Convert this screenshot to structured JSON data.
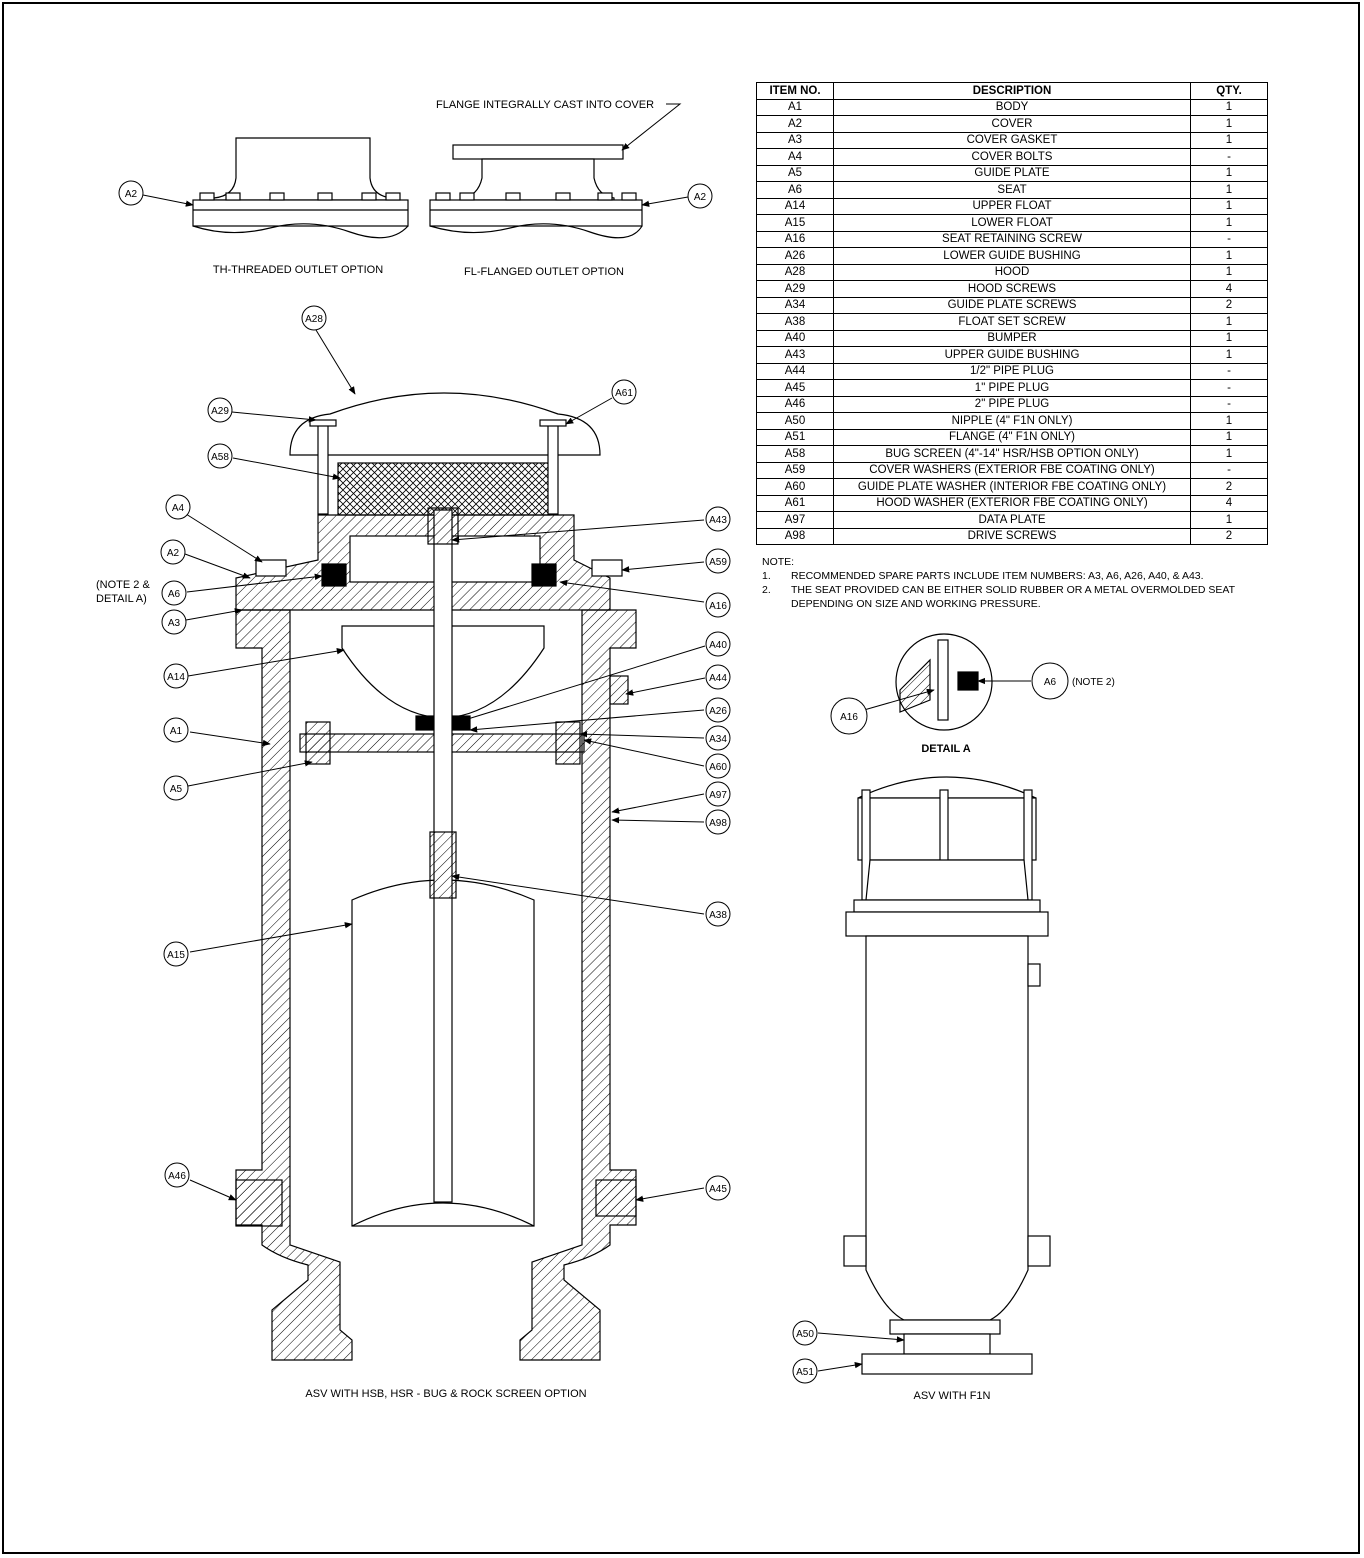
{
  "captions": {
    "threaded": "TH-THREADED OUTLET OPTION",
    "flanged": "FL-FLANGED OUTLET OPTION",
    "flange_note": "FLANGE INTEGRALLY CAST INTO COVER",
    "main": "ASV WITH HSB, HSR - BUG & ROCK SCREEN OPTION",
    "f1n": "ASV WITH F1N",
    "detail": "DETAIL A",
    "note2_line1": "(NOTE 2 &",
    "note2_line2": "DETAIL A)",
    "detail_note": "(NOTE 2)"
  },
  "table": {
    "headers": [
      "ITEM NO.",
      "DESCRIPTION",
      "QTY."
    ],
    "rows": [
      [
        "A1",
        "BODY",
        "1"
      ],
      [
        "A2",
        "COVER",
        "1"
      ],
      [
        "A3",
        "COVER GASKET",
        "1"
      ],
      [
        "A4",
        "COVER BOLTS",
        "-"
      ],
      [
        "A5",
        "GUIDE PLATE",
        "1"
      ],
      [
        "A6",
        "SEAT",
        "1"
      ],
      [
        "A14",
        "UPPER FLOAT",
        "1"
      ],
      [
        "A15",
        "LOWER FLOAT",
        "1"
      ],
      [
        "A16",
        "SEAT RETAINING SCREW",
        "-"
      ],
      [
        "A26",
        "LOWER GUIDE BUSHING",
        "1"
      ],
      [
        "A28",
        "HOOD",
        "1"
      ],
      [
        "A29",
        "HOOD SCREWS",
        "4"
      ],
      [
        "A34",
        "GUIDE PLATE SCREWS",
        "2"
      ],
      [
        "A38",
        "FLOAT SET SCREW",
        "1"
      ],
      [
        "A40",
        "BUMPER",
        "1"
      ],
      [
        "A43",
        "UPPER GUIDE BUSHING",
        "1"
      ],
      [
        "A44",
        "1/2\" PIPE PLUG",
        "-"
      ],
      [
        "A45",
        "1\" PIPE PLUG",
        "-"
      ],
      [
        "A46",
        "2\" PIPE PLUG",
        "-"
      ],
      [
        "A50",
        "NIPPLE (4\" F1N ONLY)",
        "1"
      ],
      [
        "A51",
        "FLANGE (4\" F1N ONLY)",
        "1"
      ],
      [
        "A58",
        "BUG SCREEN (4\"-14\" HSR/HSB OPTION ONLY)",
        "1"
      ],
      [
        "A59",
        "COVER WASHERS (EXTERIOR FBE COATING ONLY)",
        "-"
      ],
      [
        "A60",
        "GUIDE PLATE WASHER (INTERIOR FBE COATING ONLY)",
        "2"
      ],
      [
        "A61",
        "HOOD WASHER (EXTERIOR FBE COATING ONLY)",
        "4"
      ],
      [
        "A97",
        "DATA PLATE",
        "1"
      ],
      [
        "A98",
        "DRIVE SCREWS",
        "2"
      ]
    ]
  },
  "notes": {
    "title": "NOTE:",
    "items": [
      [
        "1.",
        "RECOMMENDED SPARE PARTS INCLUDE ITEM NUMBERS: A3, A6, A26, A40, & A43."
      ],
      [
        "2.",
        "THE SEAT PROVIDED CAN BE EITHER SOLID RUBBER OR A METAL OVERMOLDED SEAT DEPENDING ON SIZE AND WORKING PRESSURE."
      ]
    ]
  },
  "balloons": {
    "a1": "A1",
    "a2": "A2",
    "a3": "A3",
    "a4": "A4",
    "a5": "A5",
    "a6": "A6",
    "a14": "A14",
    "a15": "A15",
    "a16": "A16",
    "a26": "A26",
    "a28": "A28",
    "a29": "A29",
    "a34": "A34",
    "a38": "A38",
    "a40": "A40",
    "a43": "A43",
    "a44": "A44",
    "a45": "A45",
    "a46": "A46",
    "a50": "A50",
    "a51": "A51",
    "a58": "A58",
    "a59": "A59",
    "a60": "A60",
    "a61": "A61",
    "a97": "A97",
    "a98": "A98"
  }
}
